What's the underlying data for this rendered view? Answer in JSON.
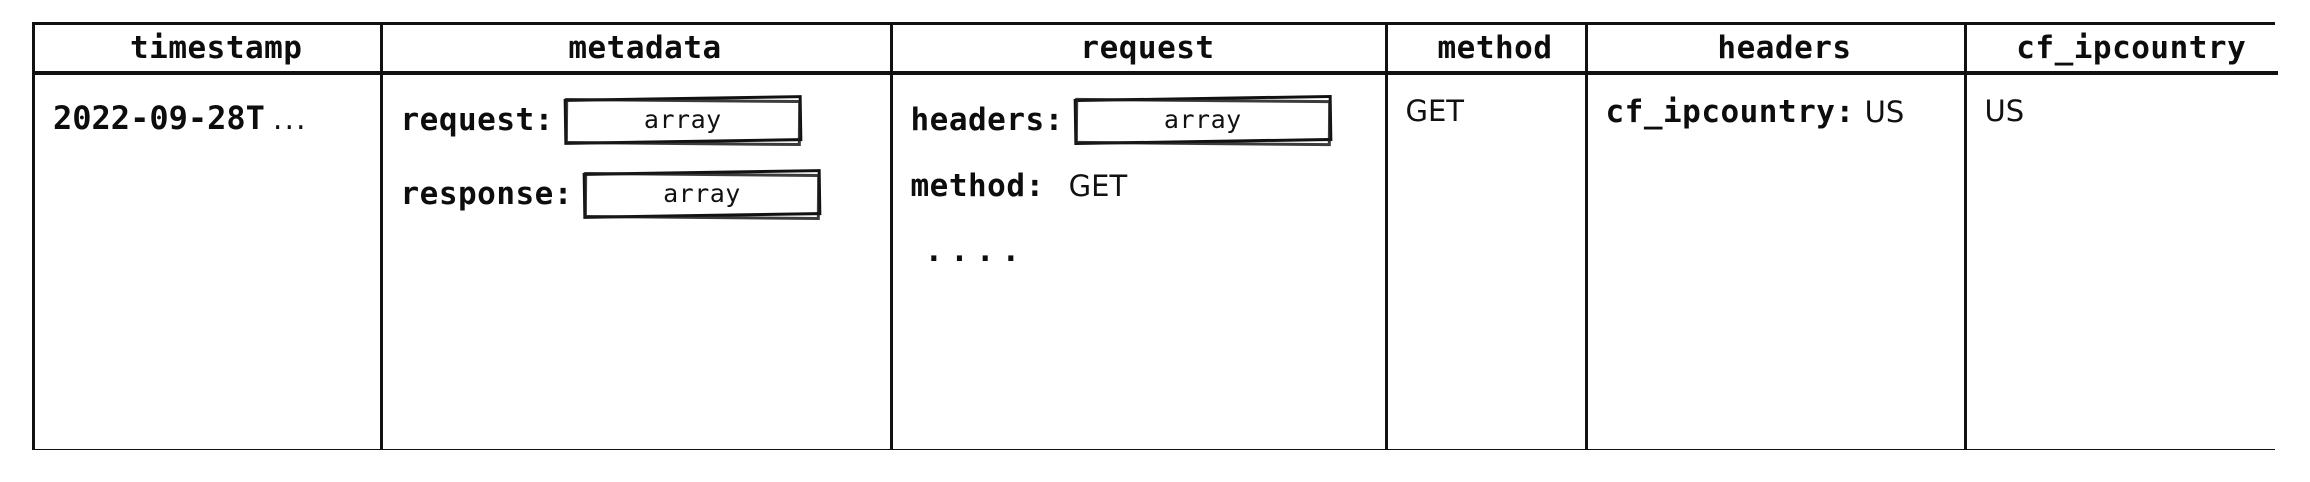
{
  "table": {
    "columns": [
      {
        "id": "timestamp",
        "label": "timestamp"
      },
      {
        "id": "metadata",
        "label": "metadata"
      },
      {
        "id": "request",
        "label": "request"
      },
      {
        "id": "method",
        "label": "method"
      },
      {
        "id": "headers",
        "label": "headers"
      },
      {
        "id": "cf_ipcountry",
        "label": "cf_ipcountry"
      }
    ],
    "row": {
      "timestamp": {
        "value": "2022-09-28T",
        "truncation": "..."
      },
      "metadata": {
        "fields": [
          {
            "key": "request:",
            "type": "chip",
            "value": "array"
          },
          {
            "key": "response:",
            "type": "chip",
            "value": "array"
          }
        ]
      },
      "request": {
        "fields": [
          {
            "key": "headers:",
            "type": "chip",
            "value": "array"
          },
          {
            "key": "method:",
            "type": "text",
            "value": "GET"
          }
        ],
        "more_indicator": "...."
      },
      "method": {
        "value": "GET"
      },
      "headers": {
        "key": "cf_ipcountry:",
        "value": "US"
      },
      "cf_ipcountry": {
        "value": "US"
      }
    }
  },
  "style": {
    "ink": "#111111",
    "background": "#ffffff"
  }
}
